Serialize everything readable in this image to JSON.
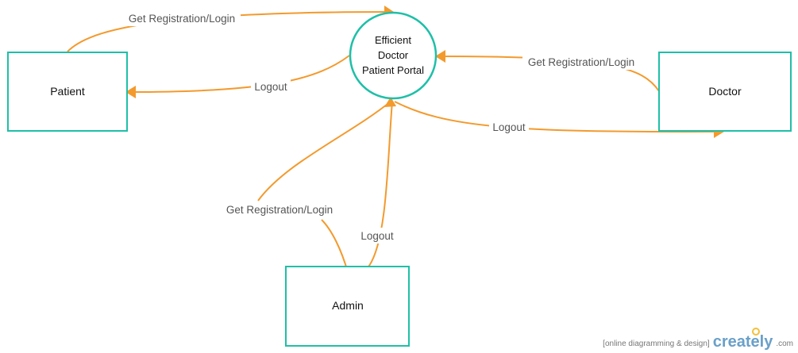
{
  "process": {
    "line1": "Efficient",
    "line2": "Doctor",
    "line3": "Patient Portal"
  },
  "entities": {
    "patient": "Patient",
    "doctor": "Doctor",
    "admin": "Admin"
  },
  "flows": {
    "patient_login": "Get Registration/Login",
    "patient_logout": "Logout",
    "doctor_login": "Get Registration/Login",
    "doctor_logout": "Logout",
    "admin_login": "Get Registration/Login",
    "admin_logout": "Logout"
  },
  "colors": {
    "entity_border": "#1fbfa8",
    "flow_line": "#f39a2d",
    "label_text": "#555555"
  },
  "watermark": {
    "tagline": "[online diagramming & design]",
    "logo": "creately",
    "dotcom": ".com"
  }
}
